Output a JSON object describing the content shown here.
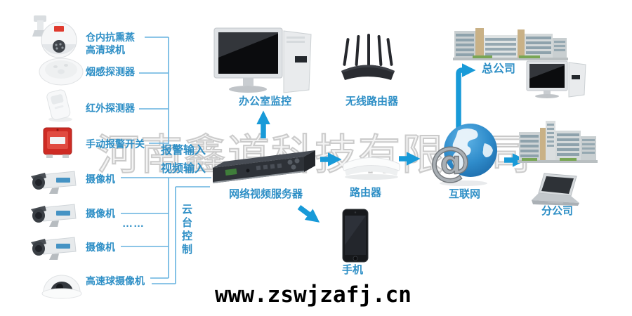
{
  "watermark_text": "河南鑫道科技有限公司",
  "website": "www.zswjzafj.cn",
  "colors": {
    "label_blue": "#2e8fc6",
    "line_blue": "#66b2df",
    "arrow_blue": "#189ad8"
  },
  "alarm": {
    "bus_label": "报警输入",
    "devices": [
      {
        "icon": "ptz-ball-camera",
        "label1": "仓内抗熏蒸",
        "label2": "高清球机"
      },
      {
        "icon": "smoke-detector",
        "label1": "烟感探测器"
      },
      {
        "icon": "infrared-detector",
        "label1": "红外探测器"
      },
      {
        "icon": "manual-alarm-switch",
        "label1": "手动报警开关"
      }
    ]
  },
  "video": {
    "bus_label": "视频输入",
    "ptz_label": "云台控制",
    "ellipsis": "……",
    "devices": [
      {
        "icon": "bullet-camera",
        "label": "摄像机"
      },
      {
        "icon": "bullet-camera",
        "label": "摄像机"
      },
      {
        "icon": "bullet-camera",
        "label": "摄像机"
      },
      {
        "icon": "dome-camera",
        "label": "高速球摄像机"
      }
    ]
  },
  "nodes": {
    "office_monitor": "办公室监控",
    "wireless_router": "无线路由器",
    "nvr_server": "网络视频服务器",
    "router": "路由器",
    "internet": "互联网",
    "mobile_phone": "手机",
    "headquarters": "总公司",
    "branch_office": "分公司"
  }
}
